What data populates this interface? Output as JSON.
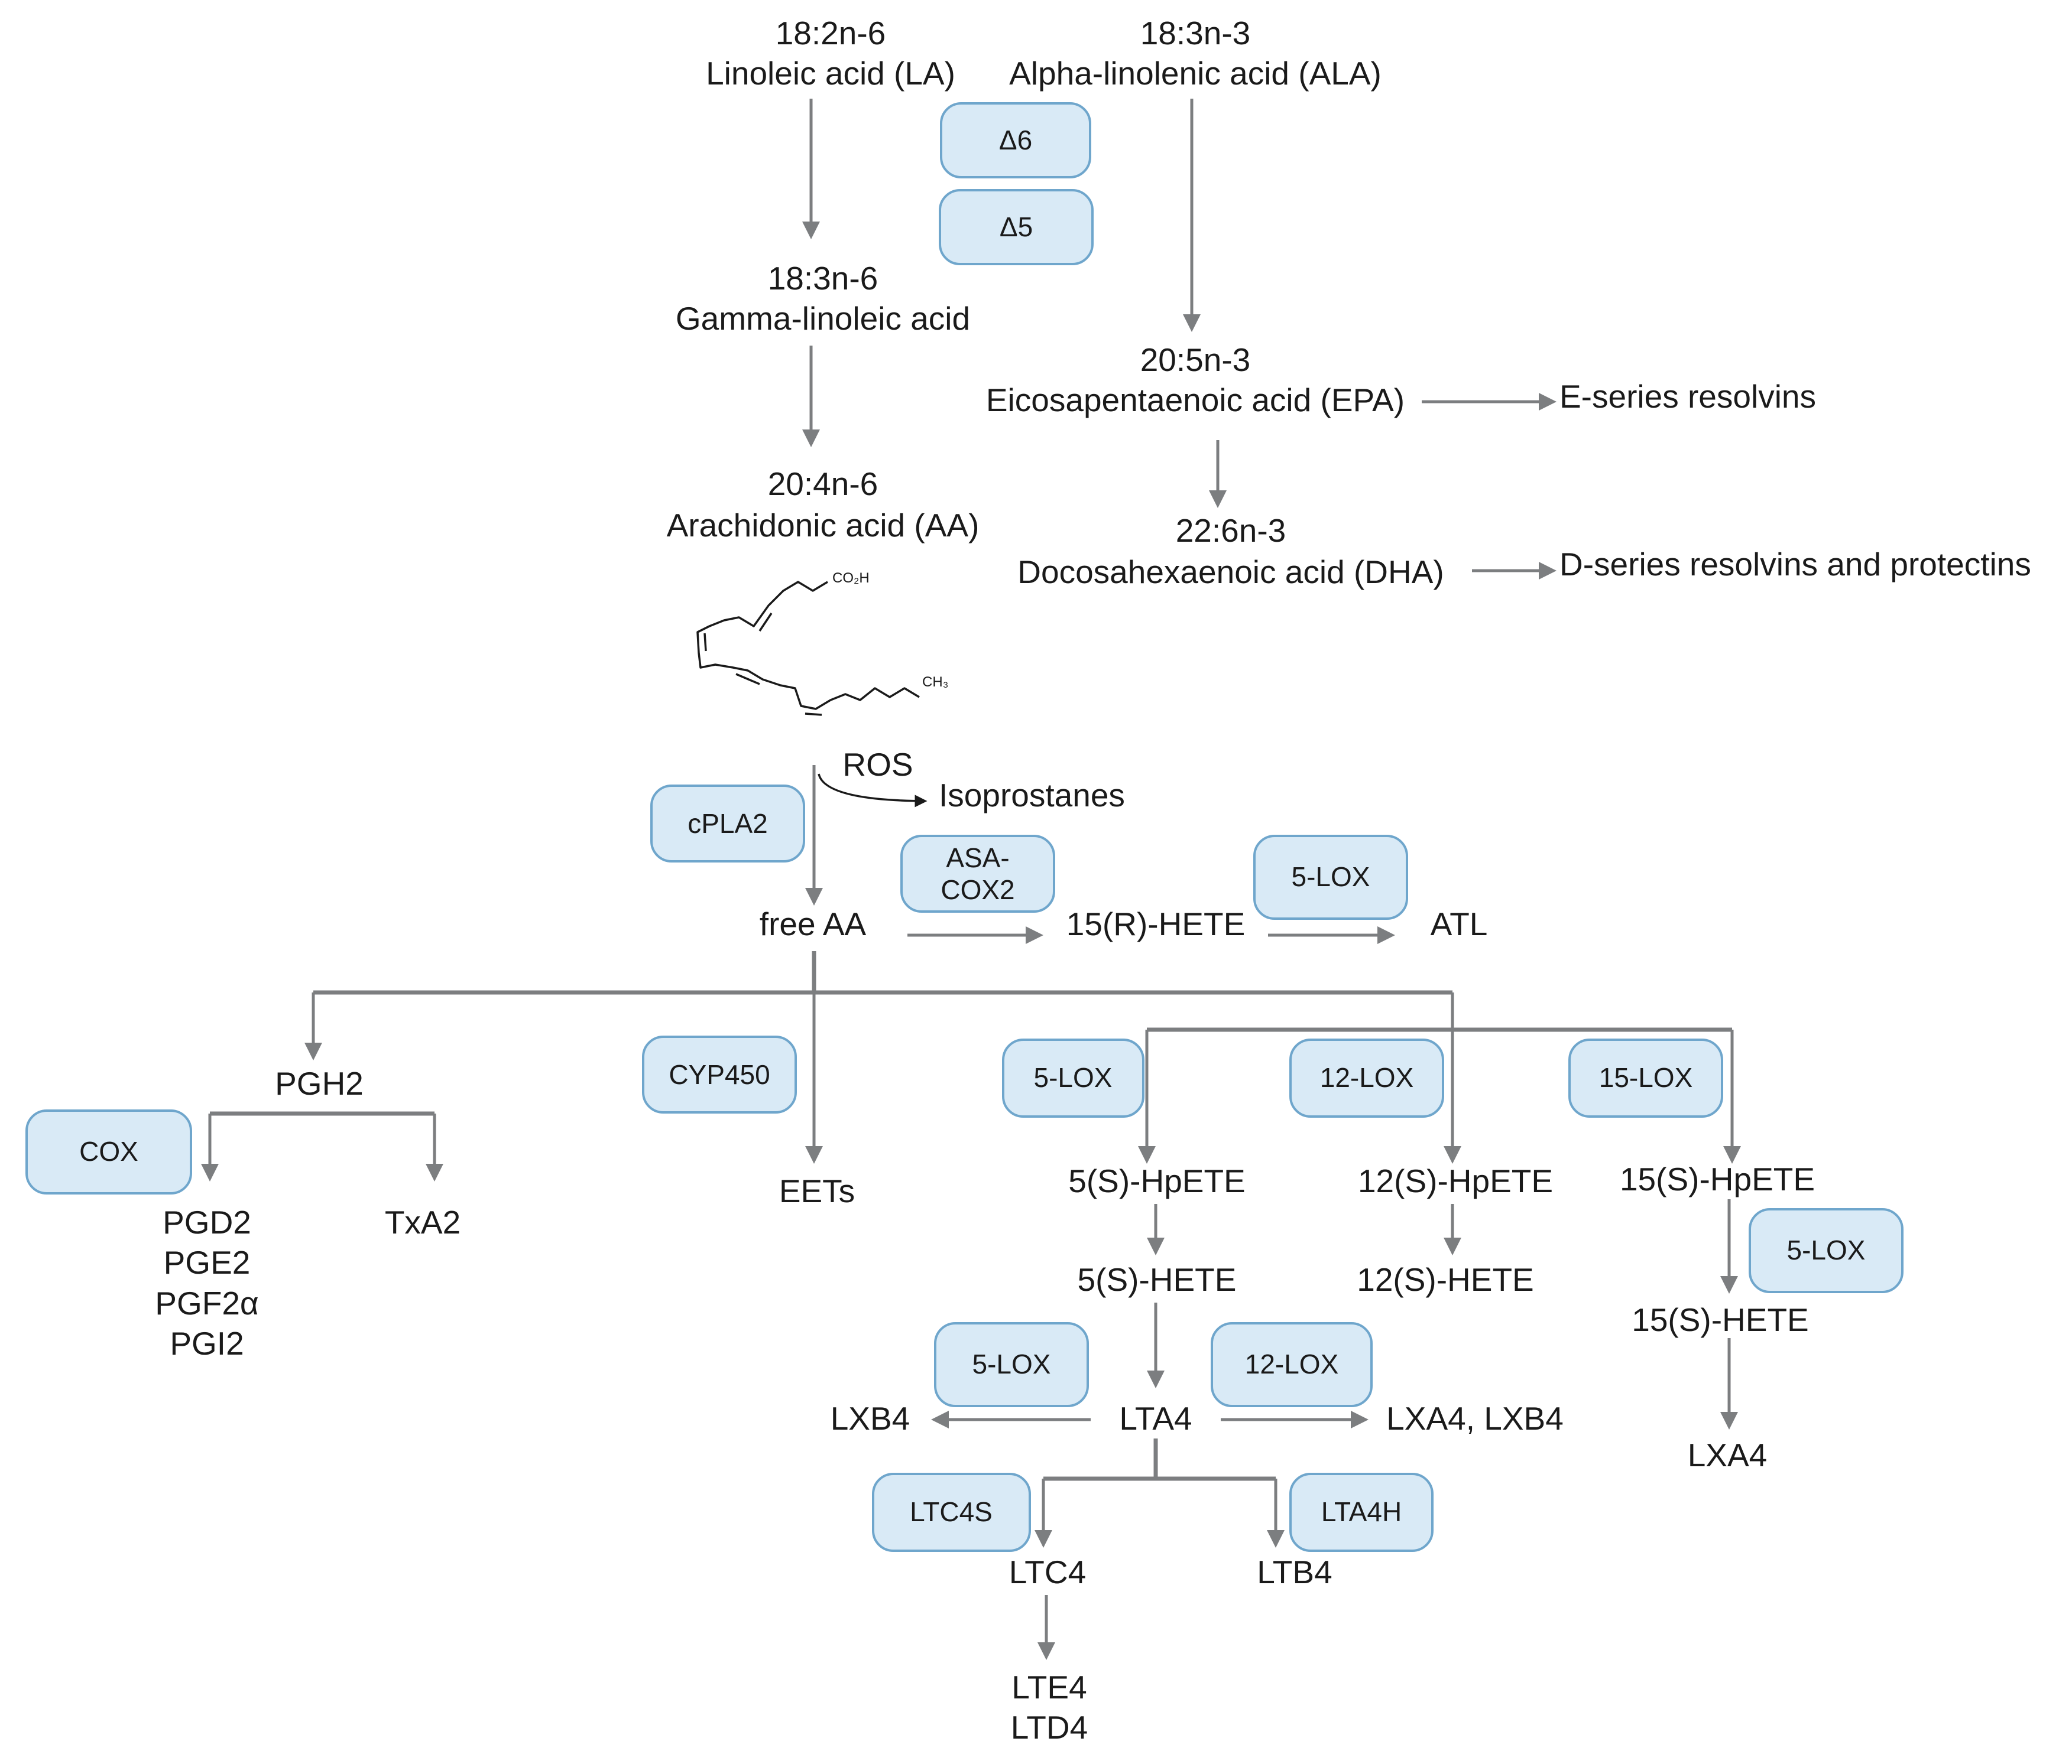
{
  "nodes": {
    "la_code": "18:2n-6",
    "la_name": "Linoleic acid (LA)",
    "ala_code": "18:3n-3",
    "ala_name": "Alpha-linolenic acid (ALA)",
    "gla_code": "18:3n-6",
    "gla_name": "Gamma-linoleic acid",
    "epa_code": "20:5n-3",
    "epa_name": "Eicosapentaenoic acid (EPA)",
    "e_resolvins": "E-series resolvins",
    "aa_code": "20:4n-6",
    "aa_name": "Arachidonic acid (AA)",
    "dha_code": "22:6n-3",
    "dha_name": "Docosahexaenoic acid (DHA)",
    "d_resolvins": "D-series resolvins and protectins",
    "ros": "ROS",
    "isoprostanes": "Isoprostanes",
    "free_aa": "free AA",
    "hete_15r": "15(R)-HETE",
    "atl": "ATL",
    "pgh2": "PGH2",
    "prostanoids": [
      "PGD2",
      "PGE2",
      "PGF2α",
      "PGI2"
    ],
    "txa2": "TxA2",
    "eets": "EETs",
    "hpete_5s": "5(S)-HpETE",
    "hpete_12s": "12(S)-HpETE",
    "hpete_15s": "15(S)-HpETE",
    "hete_5s": "5(S)-HETE",
    "hete_12s": "12(S)-HETE",
    "hete_15s": "15(S)-HETE",
    "lxb4": "LXB4",
    "lta4": "LTA4",
    "lxa4_lxb4": "LXA4, LXB4",
    "lxa4": "LXA4",
    "ltc4": "LTC4",
    "ltb4": "LTB4",
    "lte4": "LTE4",
    "ltd4": "LTD4"
  },
  "structure": {
    "carboxyl_label": "CO₂H",
    "methyl_label": "CH₃"
  },
  "enzymes": {
    "d6": "Δ6",
    "d5": "Δ5",
    "cpla2": "cPLA2",
    "asa_cox2": [
      "ASA-",
      "COX2"
    ],
    "lox5_atl": "5-LOX",
    "cox": "COX",
    "cyp450": "CYP450",
    "lox5": "5-LOX",
    "lox12": "12-LOX",
    "lox15": "15-LOX",
    "lox5_15": "5-LOX",
    "lox5_lxb4": "5-LOX",
    "lox12_lxa4": "12-LOX",
    "ltc4s": "LTC4S",
    "lta4h": "LTA4H"
  },
  "colors": {
    "enzyme_fill": "#d9eaf6",
    "enzyme_border": "#6fa6cc",
    "arrow": "#7c7e80",
    "ros_arrow": "#1a1a1a",
    "text": "#1a1a1a"
  }
}
